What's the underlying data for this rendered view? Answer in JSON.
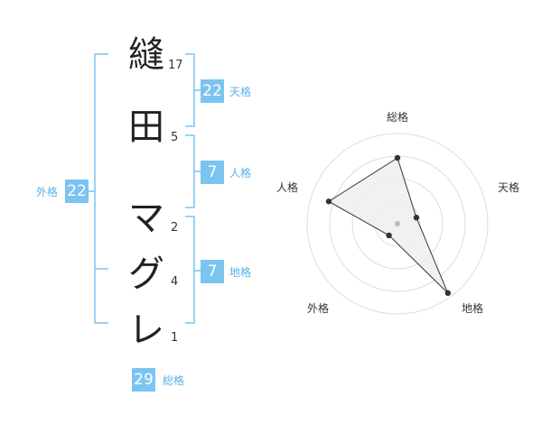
{
  "characters": [
    {
      "char": "縫",
      "strokes": "17"
    },
    {
      "char": "田",
      "strokes": "5"
    },
    {
      "char": "マ",
      "strokes": "2"
    },
    {
      "char": "グ",
      "strokes": "4"
    },
    {
      "char": "レ",
      "strokes": "1"
    }
  ],
  "kakusu": {
    "tenkaku": {
      "value": "22",
      "label": "天格"
    },
    "jinkaku": {
      "value": "7",
      "label": "人格"
    },
    "chikaku": {
      "value": "7",
      "label": "地格"
    },
    "gaikaku": {
      "value": "22",
      "label": "外格"
    },
    "soukaku": {
      "value": "29",
      "label": "総格"
    }
  },
  "chart_data": {
    "type": "radar",
    "axes": [
      "総格",
      "天格",
      "地格",
      "外格",
      "人格"
    ],
    "values": [
      0.73,
      0.22,
      0.95,
      0.16,
      0.8
    ],
    "rings": 4,
    "colors": {
      "grid": "#dddddd",
      "fill": "#eeeeee",
      "line": "#333333",
      "point": "#333333",
      "center": "#bbbbbb"
    }
  },
  "colors": {
    "bracket": "#7cc4f0",
    "badge": "#7cc4f0"
  }
}
